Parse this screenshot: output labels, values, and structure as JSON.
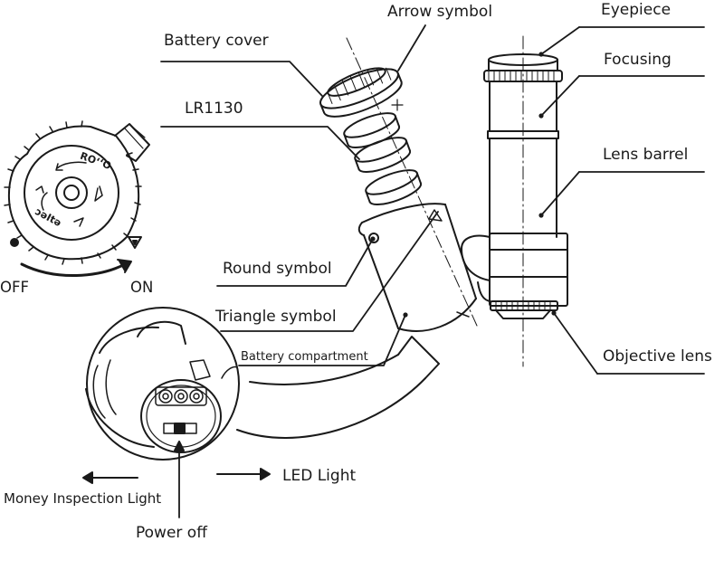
{
  "labels": {
    "arrow_symbol": "Arrow symbol",
    "eyepiece": "Eyepiece",
    "battery_cover": "Battery cover",
    "focusing": "Focusing",
    "lr1130": "LR1130",
    "lens_barrel": "Lens barrel",
    "off": "OFF",
    "on": "ON",
    "round_symbol": "Round symbol",
    "triangle_symbol": "Triangle symbol",
    "battery_compartment": "Battery compartment",
    "objective_lens": "Objective lens",
    "led_light": "LED Light",
    "money_inspection_light": "Money Inspection Light",
    "power_off": "Power off"
  },
  "dial_marks": {
    "upper": "RO‘‘O",
    "lower": "ɔǝItǝ"
  },
  "colors": {
    "ink": "#1a1a1a",
    "paper": "#ffffff"
  }
}
